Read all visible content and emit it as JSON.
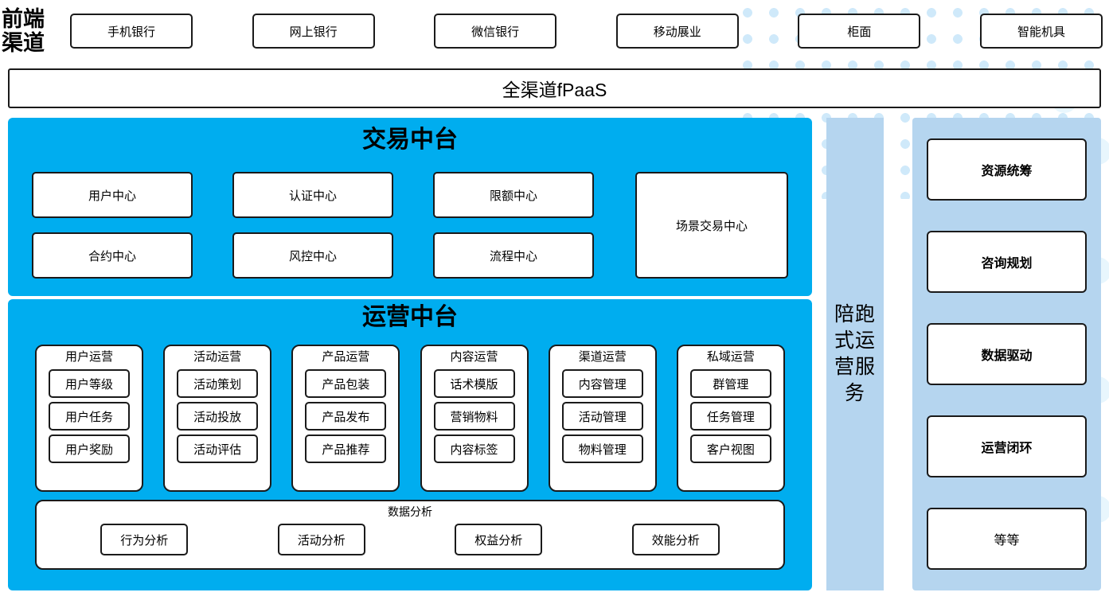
{
  "channels": {
    "label": "前端\n渠道",
    "items": [
      {
        "label": "手机银行"
      },
      {
        "label": "网上银行"
      },
      {
        "label": "微信银行"
      },
      {
        "label": "移动展业"
      },
      {
        "label": "柜面"
      },
      {
        "label": "智能机具"
      }
    ]
  },
  "fpaas": {
    "label": "全渠道fPaaS"
  },
  "trade_platform": {
    "title": "交易中台",
    "cells": [
      {
        "label": "用户中心"
      },
      {
        "label": "认证中心"
      },
      {
        "label": "限额中心"
      },
      {
        "label": "合约中心"
      },
      {
        "label": "风控中心"
      },
      {
        "label": "流程中心"
      }
    ],
    "wide_cell": {
      "label": "场景交易中心"
    }
  },
  "ops_platform": {
    "title": "运营中台",
    "columns": [
      {
        "title": "用户运营",
        "items": [
          "用户等级",
          "用户任务",
          "用户奖励"
        ]
      },
      {
        "title": "活动运营",
        "items": [
          "活动策划",
          "活动投放",
          "活动评估"
        ]
      },
      {
        "title": "产品运营",
        "items": [
          "产品包装",
          "产品发布",
          "产品推荐"
        ]
      },
      {
        "title": "内容运营",
        "items": [
          "话术模版",
          "营销物料",
          "内容标签"
        ]
      },
      {
        "title": "渠道运营",
        "items": [
          "内容管理",
          "活动管理",
          "物料管理"
        ]
      },
      {
        "title": "私域运营",
        "items": [
          "群管理",
          "任务管理",
          "客户视图"
        ]
      }
    ],
    "data_analysis": {
      "title": "数据分析",
      "items": [
        "行为分析",
        "活动分析",
        "权益分析",
        "效能分析"
      ]
    }
  },
  "service_band": {
    "label": "陪跑\n式运\n营服\n务"
  },
  "right_panel": {
    "cards": [
      {
        "label": "资源统筹",
        "bold": true
      },
      {
        "label": "咨询规划",
        "bold": true
      },
      {
        "label": "数据驱动",
        "bold": true
      },
      {
        "label": "运营闭环",
        "bold": true
      },
      {
        "label": "等等",
        "bold": false
      }
    ]
  },
  "colors": {
    "cyan": "#00ADEF",
    "light_blue": "#B5D5EF",
    "dot": "#CFE9FA",
    "outline": "#1A1A1A",
    "white": "#FFFFFF"
  }
}
